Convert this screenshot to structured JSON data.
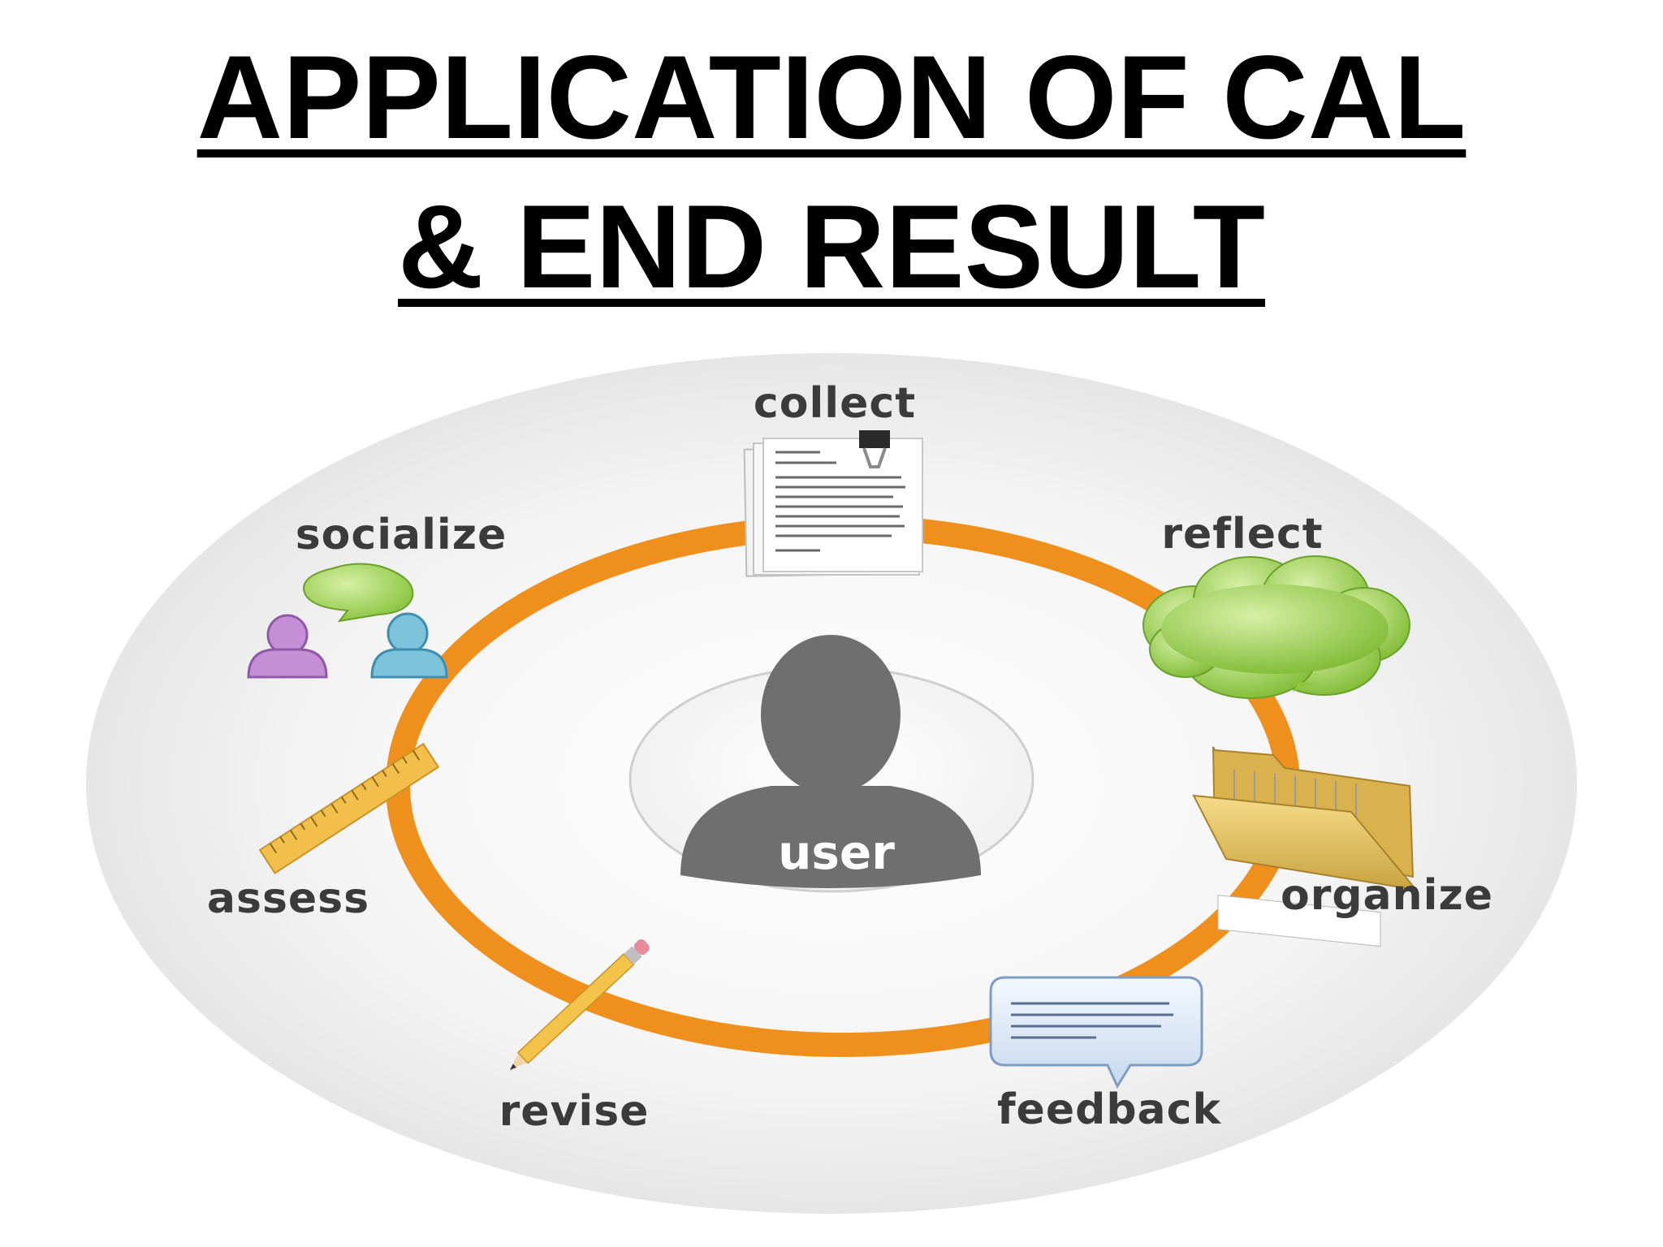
{
  "title": {
    "line1": "APPLICATION OF CAL",
    "line2": "& END RESULT"
  },
  "diagram": {
    "center_label": "user",
    "steps": [
      {
        "label": "collect",
        "icon": "document-clip-icon"
      },
      {
        "label": "reflect",
        "icon": "thought-cloud-icon"
      },
      {
        "label": "organize",
        "icon": "folder-icon"
      },
      {
        "label": "feedback",
        "icon": "speech-bubble-icon"
      },
      {
        "label": "revise",
        "icon": "pencil-icon"
      },
      {
        "label": "assess",
        "icon": "ruler-icon"
      },
      {
        "label": "socialize",
        "icon": "people-chat-icon"
      }
    ],
    "colors": {
      "ring": "#f0901c",
      "backdrop": "#ececec",
      "user": "#6f6f70",
      "label": "#3b3b3b",
      "cloud": "#8cc63f",
      "folder": "#e8c96a",
      "bubble": "#dfe9f7",
      "pencil": "#f3c34a",
      "ruler": "#f2c04a",
      "person_purple": "#c48fd6",
      "person_blue": "#7ec3dc"
    }
  }
}
